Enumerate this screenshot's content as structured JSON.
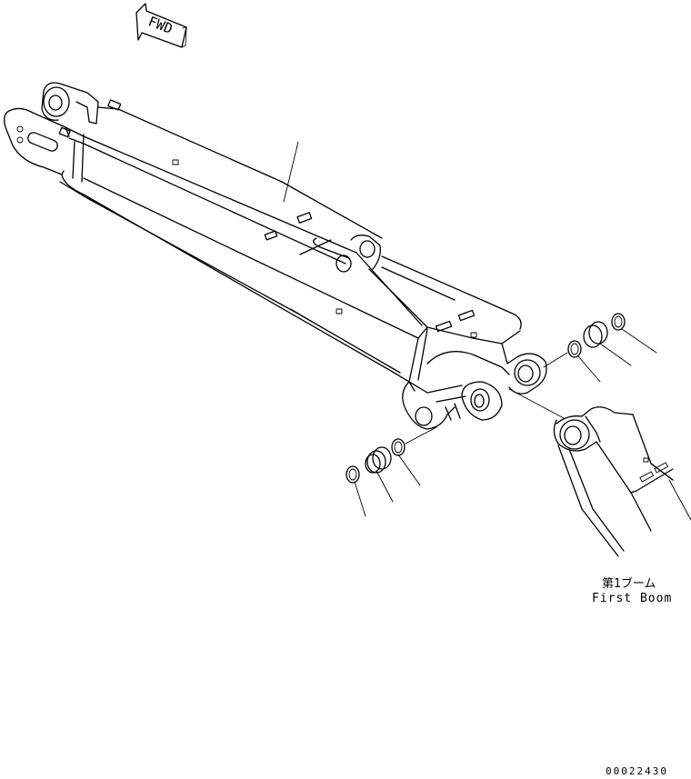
{
  "fwd_label": "FWD",
  "callout_label_ja": "第1ブーム",
  "callout_label_en": "First Boom",
  "drawing_number": "00022430"
}
